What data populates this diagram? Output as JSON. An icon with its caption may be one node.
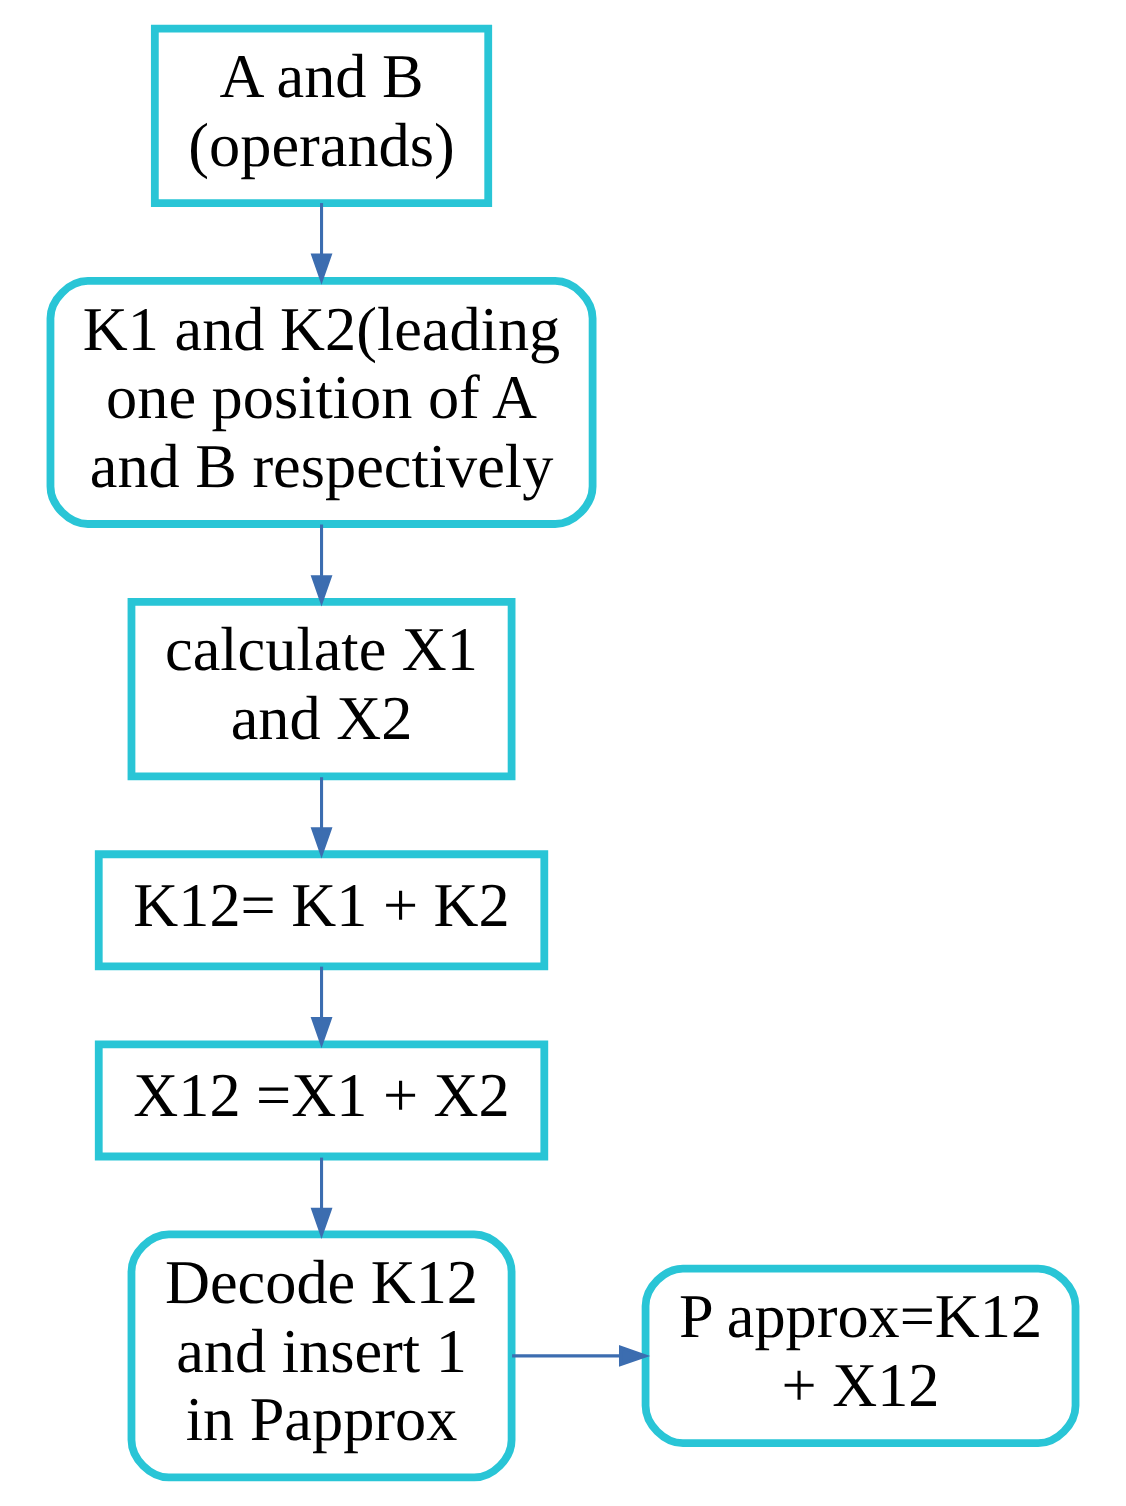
{
  "diagram": {
    "nodes": [
      {
        "text": [
          "A and B (operands)"
        ]
      },
      {
        "text": [
          "K1 and K2(leading one position of A and B respectively"
        ]
      },
      {
        "text": [
          "calculate X1 and X2"
        ]
      },
      {
        "text": [
          "K12= K1 + K2"
        ]
      },
      {
        "text": [
          "X12 =X1 + X2"
        ]
      },
      {
        "text": [
          "Decode K12 and insert 1 in Papprox"
        ]
      },
      {
        "text": [
          "P approx=K12 + X12"
        ]
      }
    ],
    "edges": [
      {
        "from": 0,
        "to": 1,
        "arrow": "to"
      },
      {
        "from": 1,
        "to": 2,
        "arrow": "to"
      },
      {
        "from": 2,
        "to": 3,
        "arrow": "to"
      },
      {
        "from": 3,
        "to": 4,
        "arrow": "to"
      },
      {
        "from": 4,
        "to": 5,
        "arrow": "to"
      },
      {
        "from": 5,
        "to": 6,
        "arrow": "to"
      }
    ]
  }
}
